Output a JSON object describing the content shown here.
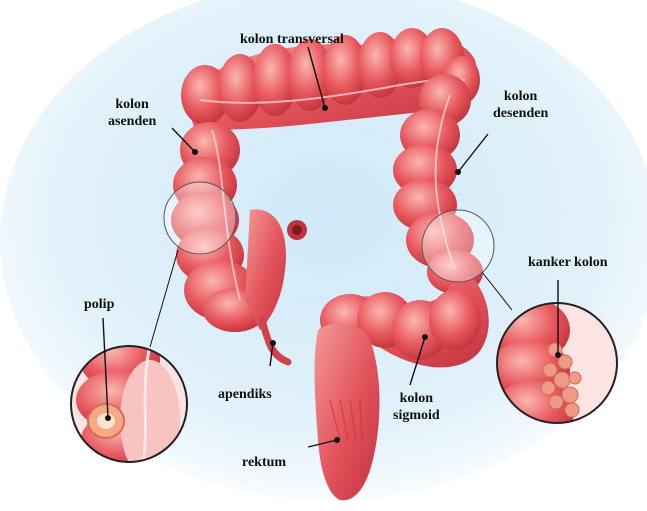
{
  "labels": {
    "transverse_colon": "kolon transversal",
    "ascending_colon": [
      "kolon",
      "asenden"
    ],
    "descending_colon": [
      "kolon",
      "desenden"
    ],
    "polyp": "polip",
    "colon_cancer": "kanker kolon",
    "appendix": "apendiks",
    "sigmoid_colon": [
      "kolon",
      "sigmoid"
    ],
    "rectum": "rektum"
  },
  "colors": {
    "colon_fill": "#e8525a",
    "colon_highlight": "#f7a3a0",
    "colon_shadow": "#c7343e",
    "background_glow": "#d8eef9",
    "leader_line": "#111111",
    "magnifier_ring": "#222222"
  },
  "icons": {
    "magnifier_left": "magnifier-circle",
    "magnifier_right": "magnifier-circle"
  }
}
